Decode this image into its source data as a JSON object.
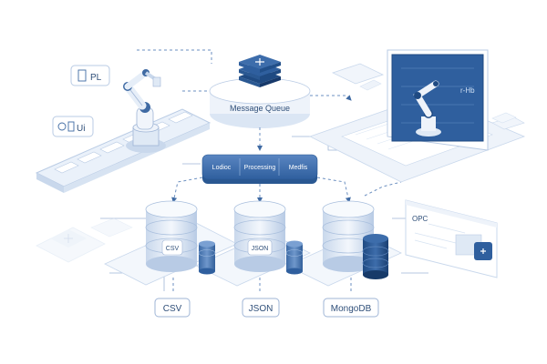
{
  "message_queue": {
    "label": "Message Queue"
  },
  "processing_bar": {
    "segments": [
      "Lodioc",
      "Processing",
      "Medfis"
    ]
  },
  "databases": [
    {
      "disk_label": "CSV",
      "caption": "CSV"
    },
    {
      "disk_label": "JSON",
      "caption": "JSON"
    },
    {
      "disk_label": "",
      "caption": "MongoDB"
    }
  ],
  "left_cards": [
    {
      "text": "PL"
    },
    {
      "text": "Ui"
    }
  ],
  "monitor": {
    "text": "r-Hb"
  },
  "side_panel": {
    "title": "OPC"
  },
  "colors": {
    "accent": "#2f5f9e",
    "accent_dark": "#1f4a82",
    "light_blue": "#dbe6f4",
    "line": "#8fa9cf"
  }
}
